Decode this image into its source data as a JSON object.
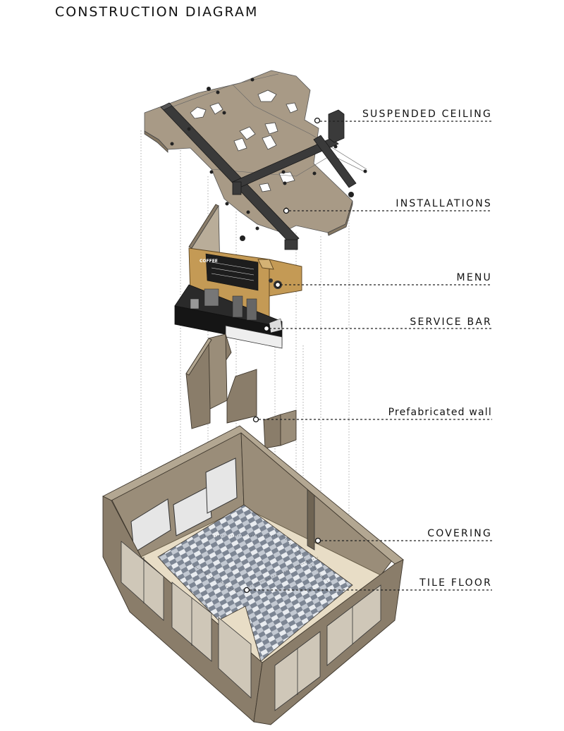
{
  "title": "CONSTRUCTION DIAGRAM",
  "labels": {
    "suspended_ceiling": "SUSPENDED CEILING",
    "installations": "INSTALLATIONS",
    "menu": "MENU",
    "service_bar": "SERVICE BAR",
    "prefabricated_wall": "Prefabricated wall",
    "covering": "COVERING",
    "tile_floor": "TILE FLOOR"
  },
  "menu_board": {
    "brand": "COFFEE"
  },
  "colors": {
    "wood": "#a89a86",
    "steel": "#3a3a3a",
    "menu_board": "#c49a55",
    "tile": "#9aa3b0",
    "leader": "#222222"
  }
}
